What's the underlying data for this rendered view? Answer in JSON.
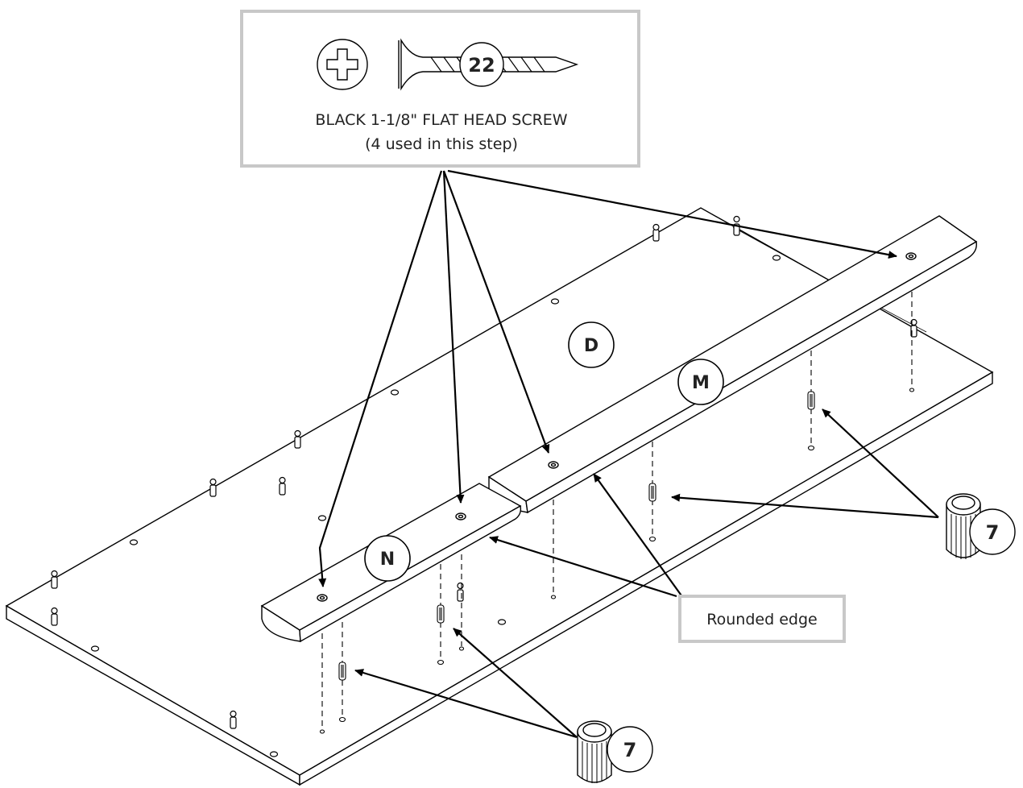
{
  "hardware": {
    "screw_number": "22",
    "screw_name": "BLACK 1-1/8\" FLAT HEAD SCREW",
    "screw_qty": "(4 used in this step)",
    "icon": "phillips-screw-icon"
  },
  "parts": {
    "panel_d": "D",
    "rail_m": "M",
    "rail_n": "N",
    "dowel_right": "7",
    "dowel_bottom": "7"
  },
  "callouts": {
    "rounded_edge": "Rounded edge"
  },
  "colors": {
    "line": "#000000",
    "box_border": "#c8c8c8"
  }
}
